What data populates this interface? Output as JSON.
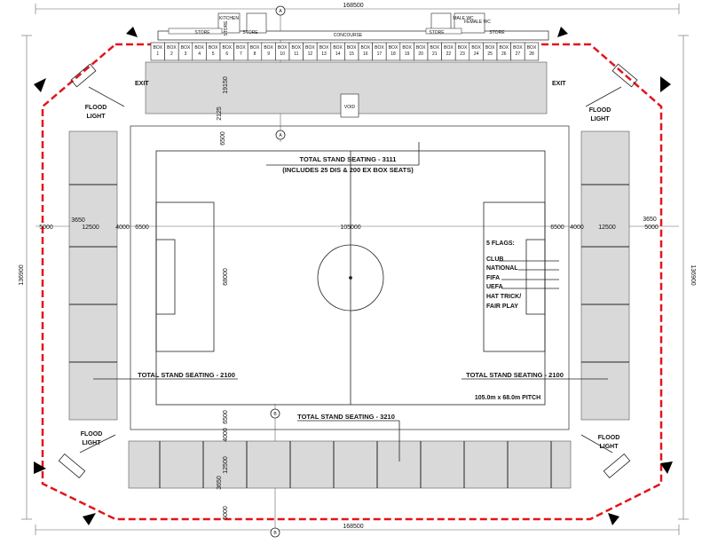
{
  "dimensions": {
    "top_width": "168500",
    "bottom_width": "168500",
    "left_height": "136900",
    "right_height": "136900",
    "pitch_length": "105000",
    "pitch_width": "68000",
    "left_offset_a": "5000",
    "left_offset_b": "3650",
    "left_stand": "12500",
    "left_gap": "4000",
    "left_runoff": "6500",
    "right_runoff": "6500",
    "right_gap": "4000",
    "right_stand": "12500",
    "right_offset_b": "3650",
    "right_offset_a": "5000",
    "north_stand_depth": "19150",
    "north_gap": "2125",
    "north_runoff": "6500",
    "south_runoff": "6500",
    "south_gap": "4000",
    "south_stand": "12500",
    "south_offset_b": "3650",
    "south_offset_a": "5000"
  },
  "markers": {
    "top": "A",
    "top_mid": "A",
    "bottom_mid": "B",
    "bottom": "B"
  },
  "north_stand": {
    "rooms": {
      "kitchen": "KITCHEN",
      "store_left_small": "STORE",
      "store_left": "STORE",
      "store_centre": "STORE",
      "concourse": "CONCOURSE",
      "store_right": "STORE",
      "store_right_far": "STORE",
      "male_wc": "MALE WC",
      "female_wc": "FEMALE WC"
    },
    "box_label": "BOX",
    "boxes": [
      "1",
      "2",
      "3",
      "4",
      "5",
      "6",
      "7",
      "8",
      "9",
      "10",
      "11",
      "12",
      "13",
      "14",
      "15",
      "16",
      "17",
      "18",
      "19",
      "20",
      "21",
      "22",
      "23",
      "24",
      "25",
      "26",
      "27",
      "28"
    ],
    "void": "VOID",
    "seating_line1": "TOTAL STAND SEATING - 3111",
    "seating_line2": "(INCLUDES 25 DIS & 200 EX BOX SEATS)"
  },
  "exits": {
    "left": "EXIT",
    "right": "EXIT"
  },
  "flood_lights": {
    "top_left": [
      "FLOOD",
      "LIGHT"
    ],
    "top_right": [
      "FLOOD",
      "LIGHT"
    ],
    "bottom_left": [
      "FLOOD",
      "LIGHT"
    ],
    "bottom_right": [
      "FLOOD",
      "LIGHT"
    ]
  },
  "west_stand": {
    "seating": "TOTAL STAND SEATING - 2100"
  },
  "east_stand": {
    "seating": "TOTAL STAND SEATING - 2100"
  },
  "south_stand": {
    "seating": "TOTAL STAND SEATING - 3210"
  },
  "flags": {
    "title": "5 FLAGS:",
    "items": [
      "CLUB",
      "NATIONAL",
      "FIFA",
      "UEFA",
      "HAT TRICK/",
      "FAIR PLAY"
    ]
  },
  "pitch": {
    "size": "105.0m x 68.0m PITCH"
  },
  "colors": {
    "boundary": "#e3141b",
    "line": "#222222",
    "seats": "#d9d9d9"
  }
}
